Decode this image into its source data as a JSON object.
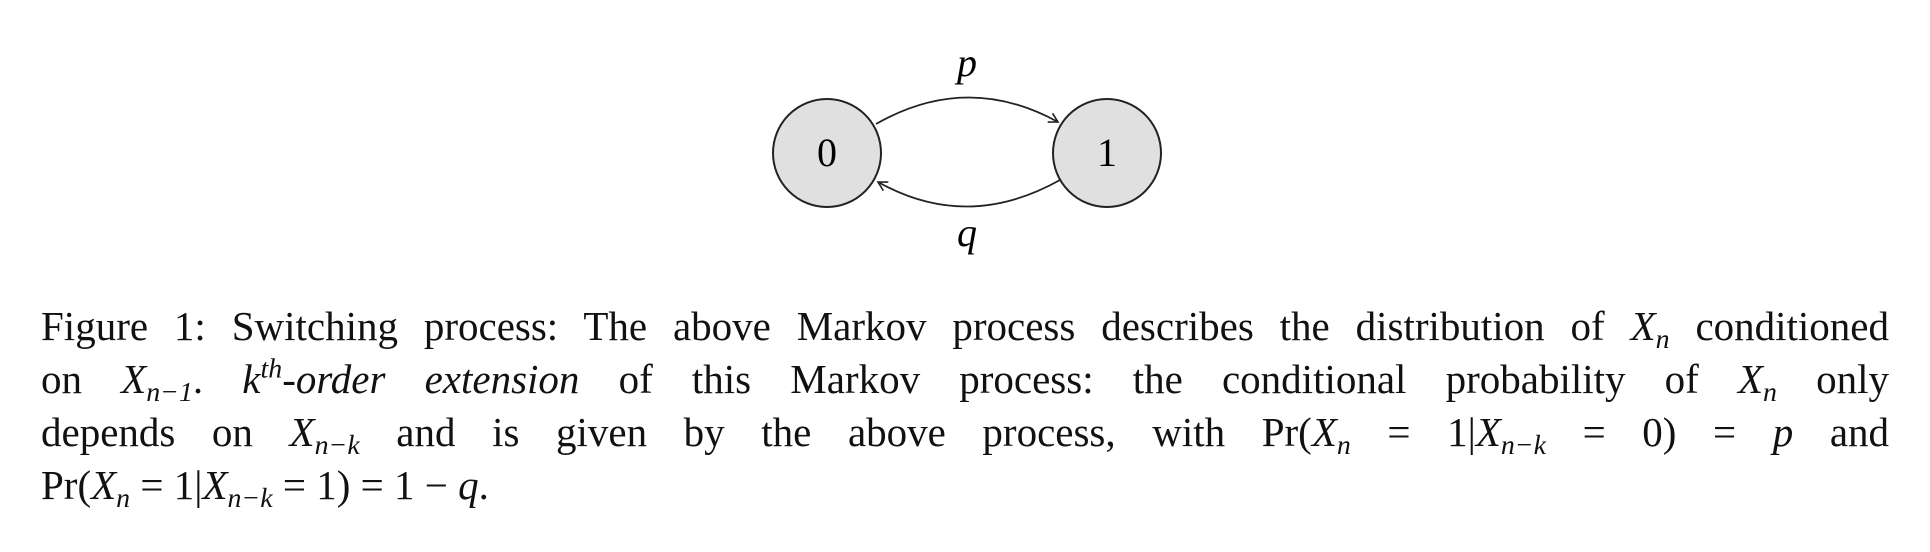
{
  "diagram": {
    "type": "markov-chain",
    "node_fill": "#e0e0e0",
    "node_stroke": "#222222",
    "nodes": [
      {
        "id": "0",
        "label": "0"
      },
      {
        "id": "1",
        "label": "1"
      }
    ],
    "edges": [
      {
        "from": "0",
        "to": "1",
        "label": "p"
      },
      {
        "from": "1",
        "to": "0",
        "label": "q"
      }
    ]
  },
  "caption": {
    "figure_label": "Figure 1:",
    "l1_a": "Switching process: The above Markov process describes the distribution of",
    "l1_b": "conditioned",
    "l2_a": "on",
    "l2_b": ".",
    "l2_c": "-order extension",
    "l2_d": "of this Markov process: the conditional probability of",
    "l2_e": "only",
    "l3_a": "depends on",
    "l3_b": "and is given by the above process, with Pr(",
    "l3_c": "= 1|",
    "l3_d": "= 0) =",
    "l3_e": "and",
    "l4_a": "Pr(",
    "l4_b": "= 1|",
    "l4_c": "= 1) = 1 −",
    "var_x": "X",
    "sub_n": "n",
    "sub_n1": "n−1",
    "sub_nk": "n−k",
    "var_k": "k",
    "sup_th": "th",
    "var_p": "p",
    "var_q": "q"
  }
}
